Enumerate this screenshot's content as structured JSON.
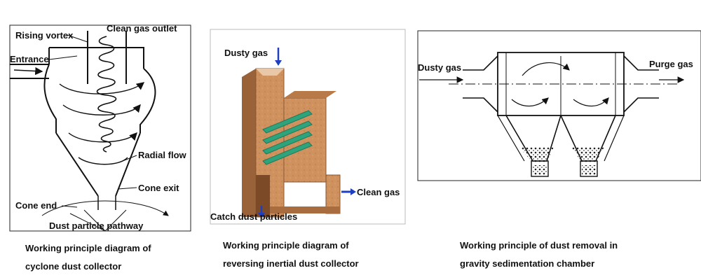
{
  "cyclone": {
    "labels": {
      "rising_vortex": "Rising vortex",
      "clean_gas_outlet": "Clean gas outlet",
      "entrance": "Entrance",
      "radial_flow": "Radial flow",
      "cone_exit": "Cone exit",
      "cone_end": "Cone end",
      "dust_particle_pathway": "Dust particle pathway"
    },
    "caption": {
      "line1": "Working principle diagram of",
      "line2": "cyclone dust collector"
    }
  },
  "inertial": {
    "labels": {
      "dusty_gas": "Dusty gas",
      "clean_gas": "Clean gas",
      "catch_dust_particles": "Catch dust particles"
    },
    "caption": {
      "line1": "Working principle diagram of",
      "line2": "reversing inertial dust collector"
    },
    "colors": {
      "wall": "#c98a58",
      "wall_dark": "#8a5530",
      "baffle": "#2fa37c",
      "arrow": "#1f3fbf"
    }
  },
  "gravity": {
    "labels": {
      "dusty_gas": "Dusty gas",
      "purge_gas": "Purge gas"
    },
    "caption": {
      "line1": "Working principle of dust removal in",
      "line2": "gravity sedimentation chamber"
    }
  }
}
